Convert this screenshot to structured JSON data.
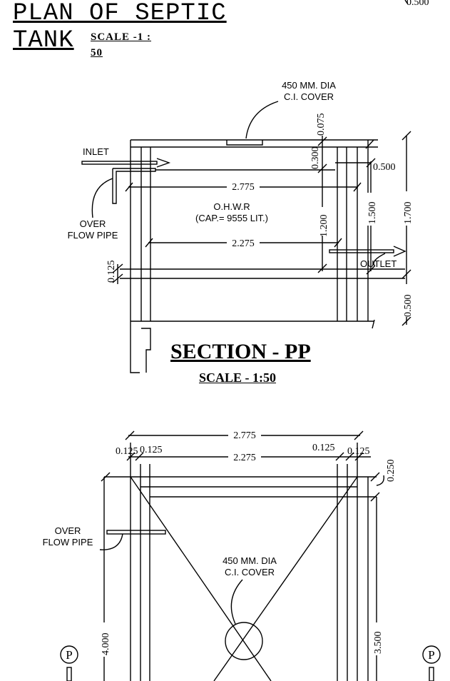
{
  "title": {
    "line1": "PLAN OF SEPTIC",
    "line2": "TANK",
    "scale_part1": "SCALE -1 :",
    "scale_part2": "50",
    "top_right_dim": "0.500"
  },
  "section": {
    "title": "SECTION - PP",
    "scale": "SCALE - 1:50",
    "cover_label": "450 MM. DIA\nC.I. COVER",
    "inlet_label": "INLET",
    "overflow_label": "OVER\nFLOW PIPE",
    "ohwr_label": "O.H.W.R\n(CAP.= 9555 LIT.)",
    "outlet_label": "OUTLET",
    "dims": {
      "d_0075": "0.075",
      "d_0300": "0.300",
      "d_0500_top": "0.500",
      "d_2775": "2.775",
      "d_1200": "1.200",
      "d_1500": "1.500",
      "d_1700": "1.700",
      "d_2275": "2.275",
      "d_0125": "0.125",
      "d_0500_bot": "0.500"
    }
  },
  "plan": {
    "overflow_label": "OVER\nFLOW PIPE",
    "cover_label": "450 MM. DIA\nC.I. COVER",
    "section_marker": "P",
    "dims": {
      "d_2775": "2.775",
      "d_2275": "2.275",
      "d_0125_l1": "0.125",
      "d_0125_l2": "0.125",
      "d_0125_r1": "0.125",
      "d_0125_r2": "0.125",
      "d_0250": "0.250",
      "d_4000": "4.000",
      "d_3500": "3.500"
    }
  },
  "colors": {
    "ink": "#000000",
    "paper": "#ffffff"
  }
}
